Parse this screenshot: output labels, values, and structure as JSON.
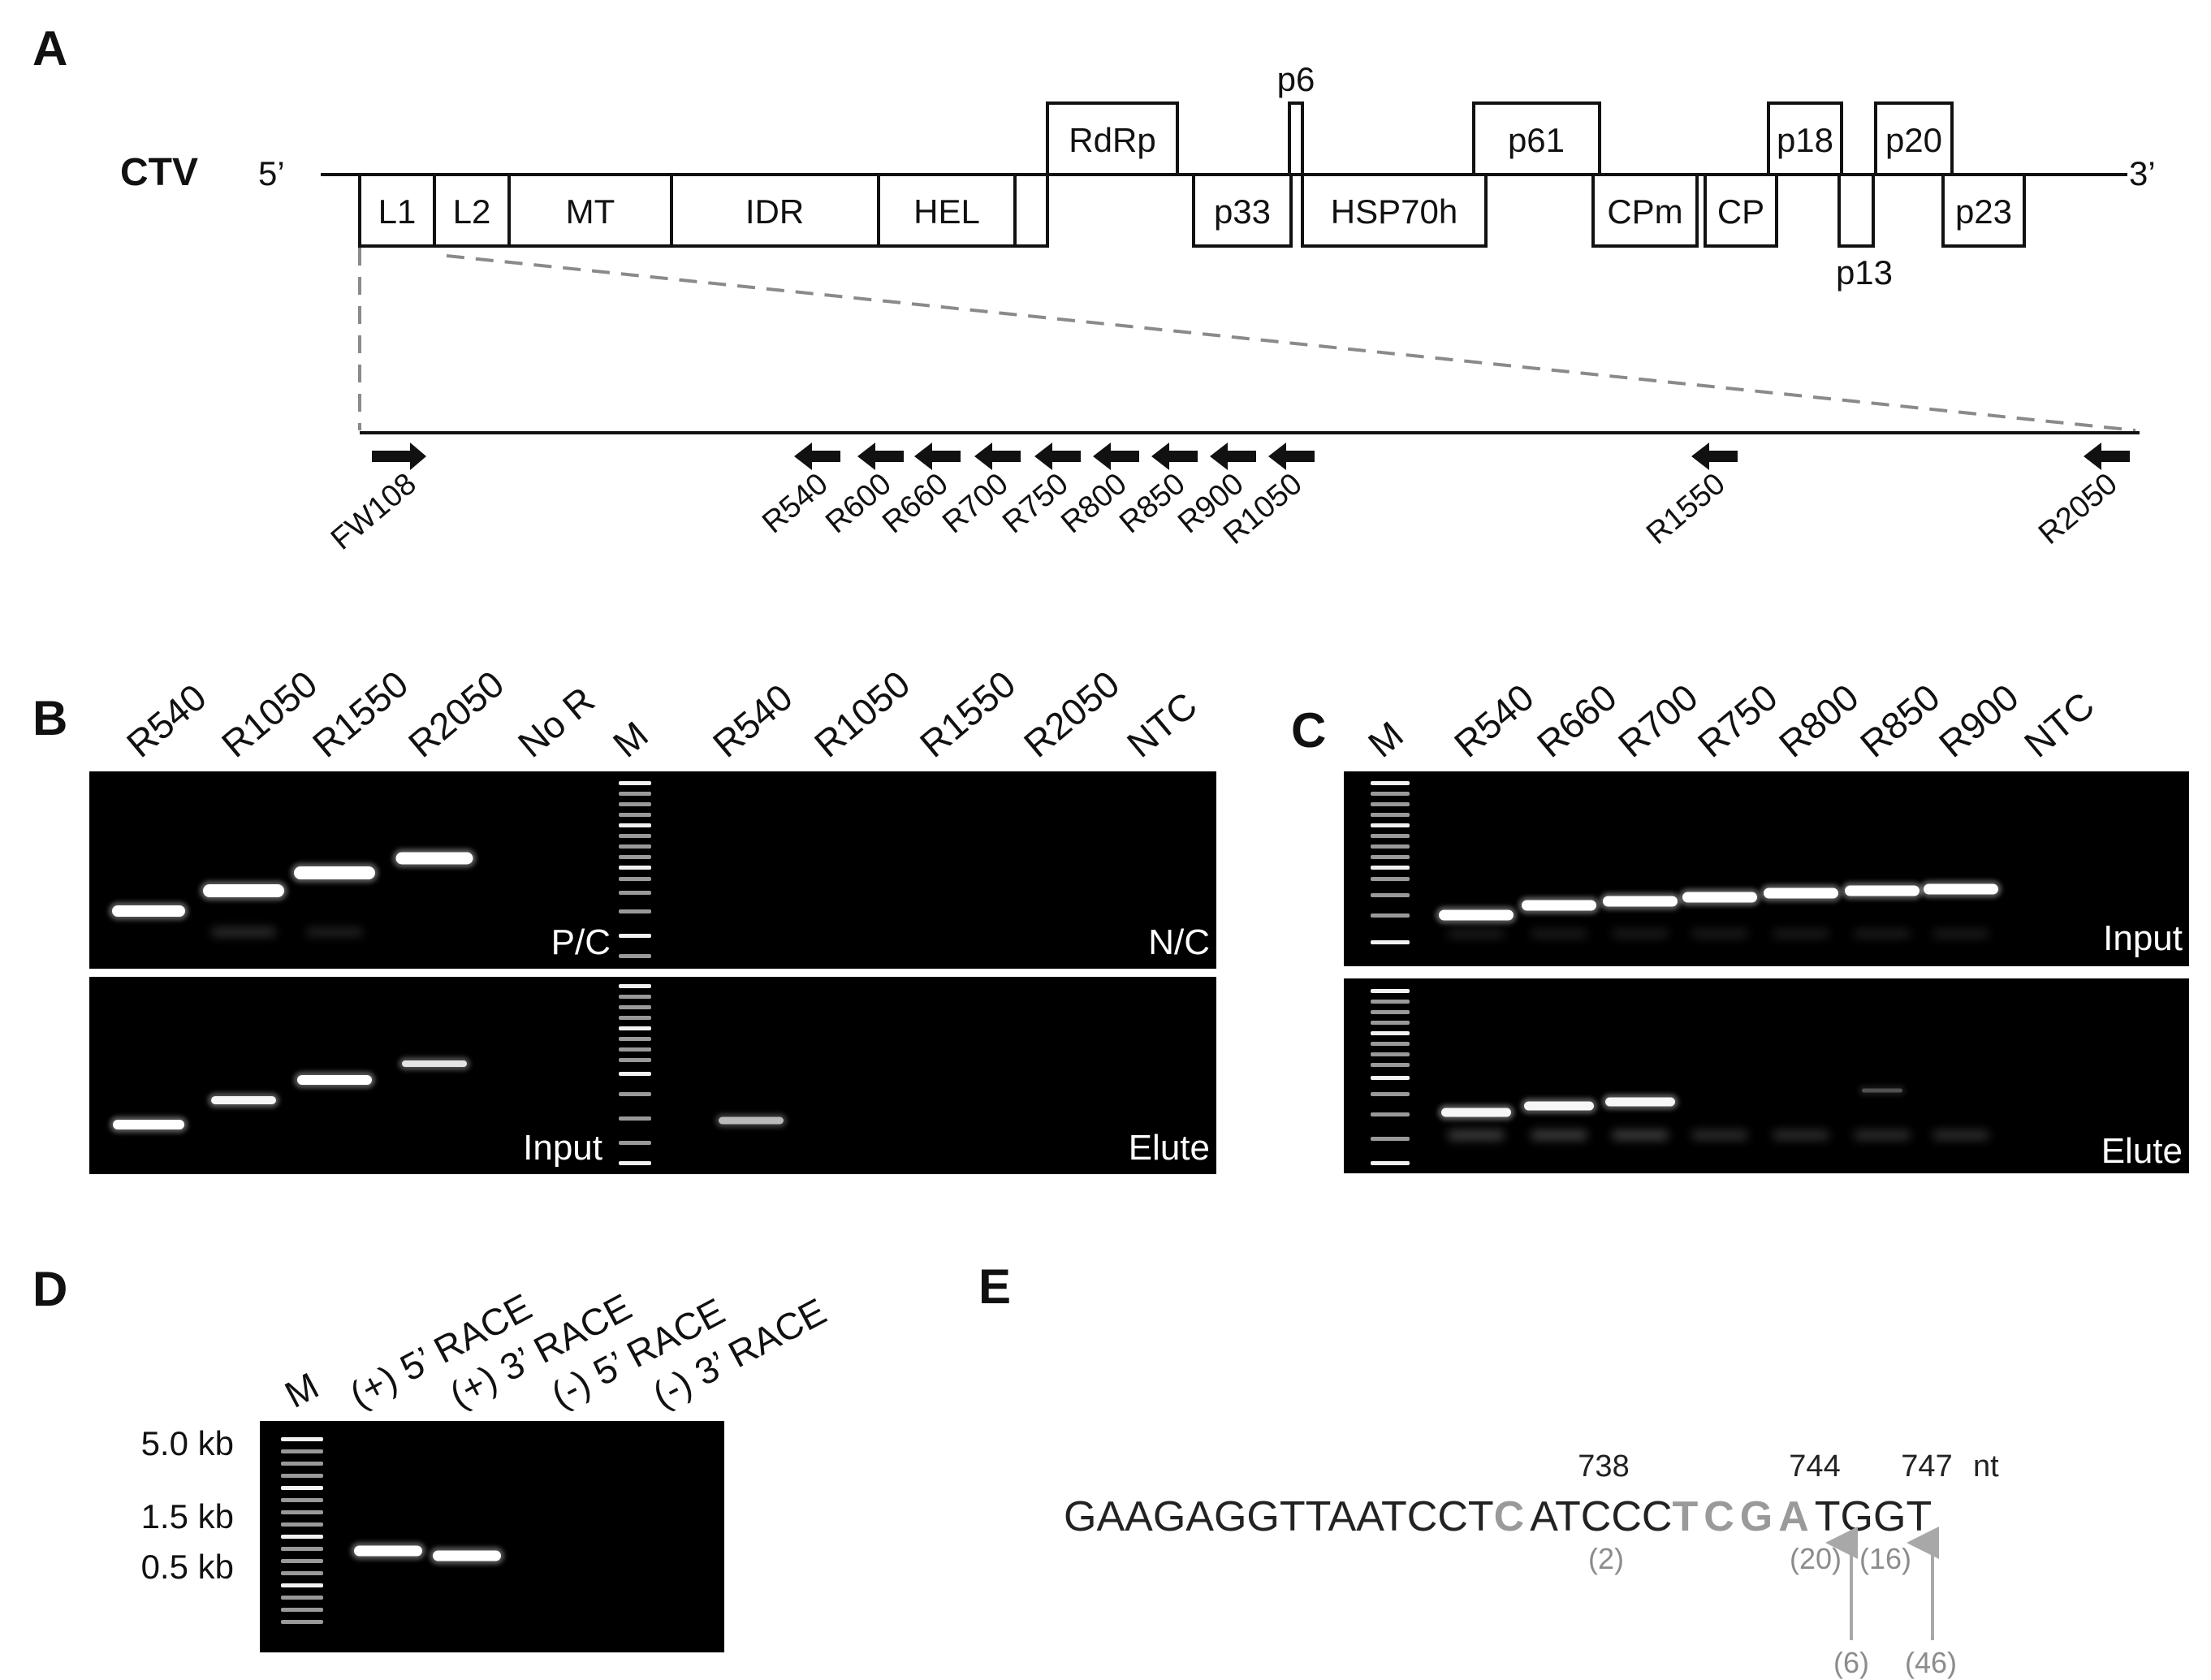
{
  "panels": {
    "A": {
      "letter": "A",
      "genome_name": "CTV",
      "five_prime": "5’",
      "three_prime": "3’",
      "lower_orfs": [
        "L1",
        "L2",
        "MT",
        "IDR",
        "HEL",
        "p33",
        "HSP70h",
        "CPm",
        "CP",
        "p23"
      ],
      "upper_orfs": [
        "RdRp",
        "p61",
        "p18",
        "p20"
      ],
      "small_above": "p6",
      "small_below": "p13",
      "forward_primer": "FW108",
      "reverse_primers": [
        "R540",
        "R600",
        "R660",
        "R700",
        "R750",
        "R800",
        "R850",
        "R900",
        "R1050",
        "R1550",
        "R2050"
      ]
    },
    "B": {
      "letter": "B",
      "lanes": [
        "R540",
        "R1050",
        "R1550",
        "R2050",
        "No R",
        "M",
        "R540",
        "R1050",
        "R1550",
        "R2050",
        "NTC"
      ],
      "gel_top_tags": [
        "P/C",
        "N/C"
      ],
      "gel_bottom_tags": [
        "Input",
        "Elute"
      ]
    },
    "C": {
      "letter": "C",
      "lanes": [
        "M",
        "R540",
        "R660",
        "R700",
        "R750",
        "R800",
        "R850",
        "R900",
        "NTC"
      ],
      "gel_top_tag": "Input",
      "gel_bottom_tag": "Elute"
    },
    "D": {
      "letter": "D",
      "lanes": [
        "M",
        "(+) 5’ RACE",
        "(+) 3’ RACE",
        "(-) 5’ RACE",
        "(-) 3’ RACE"
      ],
      "sizes": [
        "5.0 kb",
        "1.5 kb",
        "0.5 kb"
      ]
    },
    "E": {
      "letter": "E",
      "seq_part1": "GAAGAGGTTAATCCT",
      "seq_h1": "C",
      "seq_part2": "ATCCC",
      "seq_h2": "TCGA",
      "seq_part3": "TGGT",
      "positions": [
        "738",
        "744",
        "747"
      ],
      "nt_label": "nt",
      "counts": [
        "(2)",
        "(20)",
        "(16)",
        "(6)",
        "(46)"
      ]
    }
  }
}
